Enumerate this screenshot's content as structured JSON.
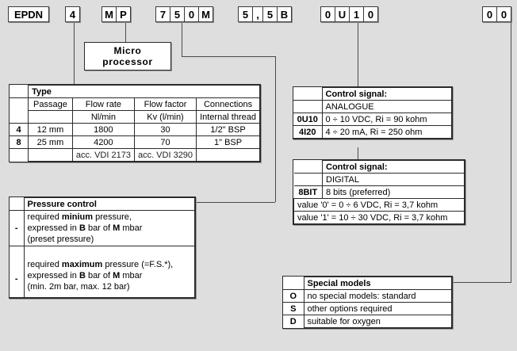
{
  "code_string": {
    "groups": [
      {
        "name": "model-prefix",
        "cells": [
          "EPDN"
        ],
        "width": "wide"
      },
      {
        "name": "passage-code",
        "cells": [
          "4"
        ],
        "width": "norm"
      },
      {
        "name": "microprocessor-code",
        "cells": [
          "M",
          "P"
        ],
        "width": "norm"
      },
      {
        "name": "flow-code",
        "cells": [
          "7",
          "5",
          "0",
          "M"
        ],
        "width": "norm"
      },
      {
        "name": "pressure-code",
        "cells": [
          "5",
          ",",
          "5",
          "B"
        ],
        "width": "mixed"
      },
      {
        "name": "control-signal-code",
        "cells": [
          "0",
          "U",
          "1",
          "0"
        ],
        "width": "norm"
      },
      {
        "name": "special-models-code",
        "cells": [
          "0",
          "0"
        ],
        "width": "norm"
      }
    ]
  },
  "micro_processor": {
    "label": "Micro  processor"
  },
  "type_table": {
    "title": "Type",
    "headers": [
      "Passage",
      "Flow rate",
      "Flow factor",
      "Connections"
    ],
    "units": [
      "",
      "Nl/min",
      "Kv (l/min)",
      "Internal thread"
    ],
    "rows": [
      {
        "code": "4",
        "passage": "12 mm",
        "flow_rate": "1800",
        "flow_factor": "30",
        "connections": "1/2\" BSP"
      },
      {
        "code": "8",
        "passage": "25 mm",
        "flow_rate": "4200",
        "flow_factor": "70",
        "connections": "1\" BSP"
      }
    ],
    "footnotes": [
      "",
      "",
      "acc. VDI 2173",
      "acc. VDI 3290",
      ""
    ]
  },
  "pressure_control": {
    "title": "Pressure control",
    "entries": [
      {
        "marker": "-",
        "lines": [
          {
            "parts": [
              {
                "t": "required ",
                "b": false
              },
              {
                "t": "minium",
                "b": true
              },
              {
                "t": " pressure,",
                "b": false
              }
            ]
          },
          {
            "parts": [
              {
                "t": "expressed in ",
                "b": false
              },
              {
                "t": "B",
                "b": true
              },
              {
                "t": " bar of ",
                "b": false
              },
              {
                "t": "M",
                "b": true
              },
              {
                "t": " mbar",
                "b": false
              }
            ]
          },
          {
            "parts": [
              {
                "t": "(preset pressure)",
                "b": false
              }
            ]
          }
        ]
      },
      {
        "marker": "-",
        "lines": [
          {
            "parts": [
              {
                "t": "required ",
                "b": false
              },
              {
                "t": "maximum",
                "b": true
              },
              {
                "t": " pressure (=F.S.*),",
                "b": false
              }
            ]
          },
          {
            "parts": [
              {
                "t": "expressed in ",
                "b": false
              },
              {
                "t": "B",
                "b": true
              },
              {
                "t": " bar of ",
                "b": false
              },
              {
                "t": "M",
                "b": true
              },
              {
                "t": " mbar",
                "b": false
              }
            ]
          },
          {
            "parts": [
              {
                "t": "(min. 2m bar, max. 12 bar)",
                "b": false
              }
            ]
          }
        ]
      }
    ]
  },
  "control_signal_analogue": {
    "title": "Control signal:",
    "subtitle": "ANALOGUE",
    "rows": [
      {
        "code": "0U10",
        "desc": "0 ÷ 10 VDC, Ri = 90 kohm"
      },
      {
        "code": "4I20",
        "desc": "4 ÷ 20 mA, Ri = 250 ohm"
      }
    ]
  },
  "control_signal_digital": {
    "title": "Control signal:",
    "subtitle": "DIGITAL",
    "rows": [
      {
        "code": "8BIT",
        "desc": "8 bits (preferred)"
      }
    ],
    "full_rows": [
      "value '0' =   0 ÷   6 VDC, Ri = 3,7 kohm",
      "value '1' = 10 ÷ 30 VDC, Ri = 3,7 kohm"
    ]
  },
  "special_models": {
    "title": "Special models",
    "rows": [
      {
        "code": "O",
        "desc": "no special models: standard"
      },
      {
        "code": "S",
        "desc": "other options required"
      },
      {
        "code": "D",
        "desc": "suitable for oxygen"
      }
    ]
  }
}
